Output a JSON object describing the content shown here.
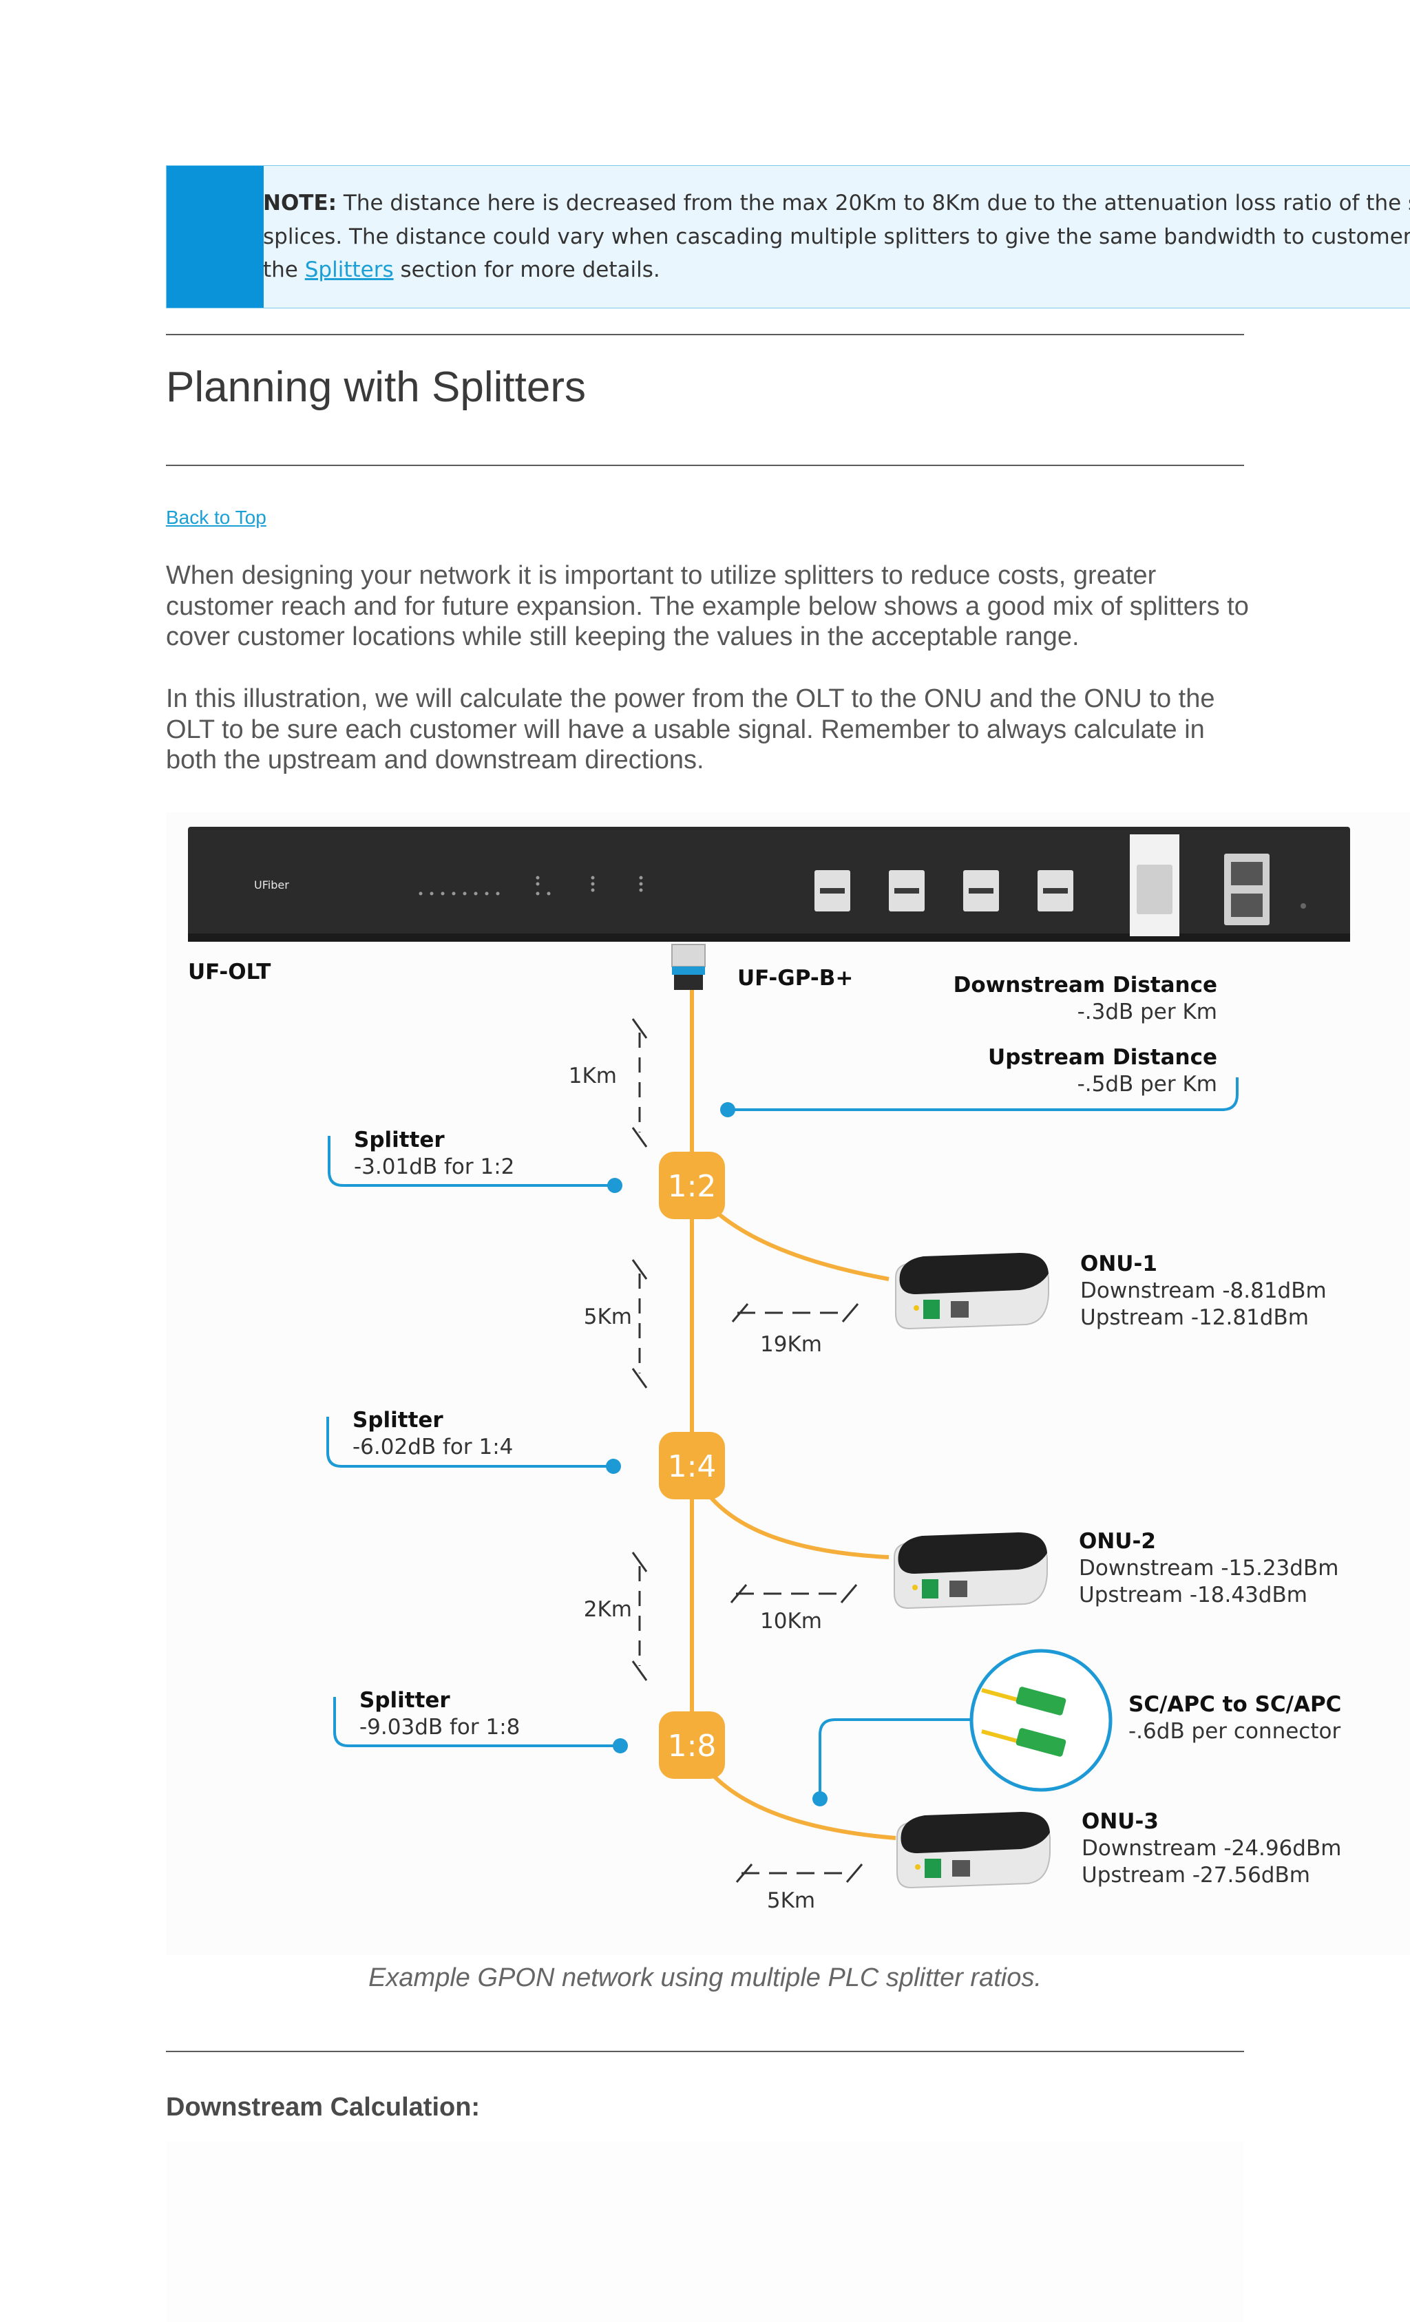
{
  "note": {
    "label": "NOTE:",
    "line1": " The distance here is decreased from the max 20Km to 8Km due to the attenuation loss ratio of the splitters",
    "line2": "splices. The distance could vary when cascading multiple splitters to give the same bandwidth to customers at",
    "line3_pre": "the ",
    "link": "Splitters",
    "line3_post": " section for more details."
  },
  "section_title": "Planning with Splitters",
  "back_to_top": "Back to Top",
  "paragraphs": [
    "When designing your network it is important to utilize splitters to reduce costs, greater customer reach and for future expansion. The example below shows a good mix of splitters to cover customer locations while still keeping the values in the acceptable range.",
    "In this illustration, we will calculate the power from the OLT to the ONU and the ONU to the OLT to be sure each customer will have a usable signal. Remember to always calculate in both the upstream and downstream directions."
  ],
  "diagram": {
    "olt_label": "UF-OLT",
    "olt_brand": "UFiber",
    "sfp_label": "UF-GP-B+",
    "downstream_distance": {
      "title": "Downstream Distance",
      "value": "-.3dB per Km"
    },
    "upstream_distance": {
      "title": "Upstream Distance",
      "value": "-.5dB per Km"
    },
    "splitters": [
      {
        "ratio": "1:2",
        "title": "Splitter",
        "loss": "-3.01dB for 1:2",
        "trunk_distance": "1Km"
      },
      {
        "ratio": "1:4",
        "title": "Splitter",
        "loss": "-6.02dB for 1:4",
        "trunk_distance": "5Km"
      },
      {
        "ratio": "1:8",
        "title": "Splitter",
        "loss": "-9.03dB for 1:8",
        "trunk_distance": "2Km"
      }
    ],
    "onus": [
      {
        "name": "ONU-1",
        "downstream": "Downstream -8.81dBm",
        "upstream": "Upstream -12.81dBm",
        "drop_distance": "19Km"
      },
      {
        "name": "ONU-2",
        "downstream": "Downstream -15.23dBm",
        "upstream": "Upstream -18.43dBm",
        "drop_distance": "10Km"
      },
      {
        "name": "ONU-3",
        "downstream": "Downstream -24.96dBm",
        "upstream": "Upstream -27.56dBm",
        "drop_distance": "5Km"
      }
    ],
    "connector": {
      "title": "SC/APC to SC/APC",
      "loss": "-.6dB per connector"
    },
    "colors": {
      "fiber": "#f5ae3a",
      "callout": "#1d9ad6",
      "device": "#2b2b2b"
    }
  },
  "caption": "Example GPON network using multiple PLC splitter ratios.",
  "subheading": "Downstream Calculation:"
}
